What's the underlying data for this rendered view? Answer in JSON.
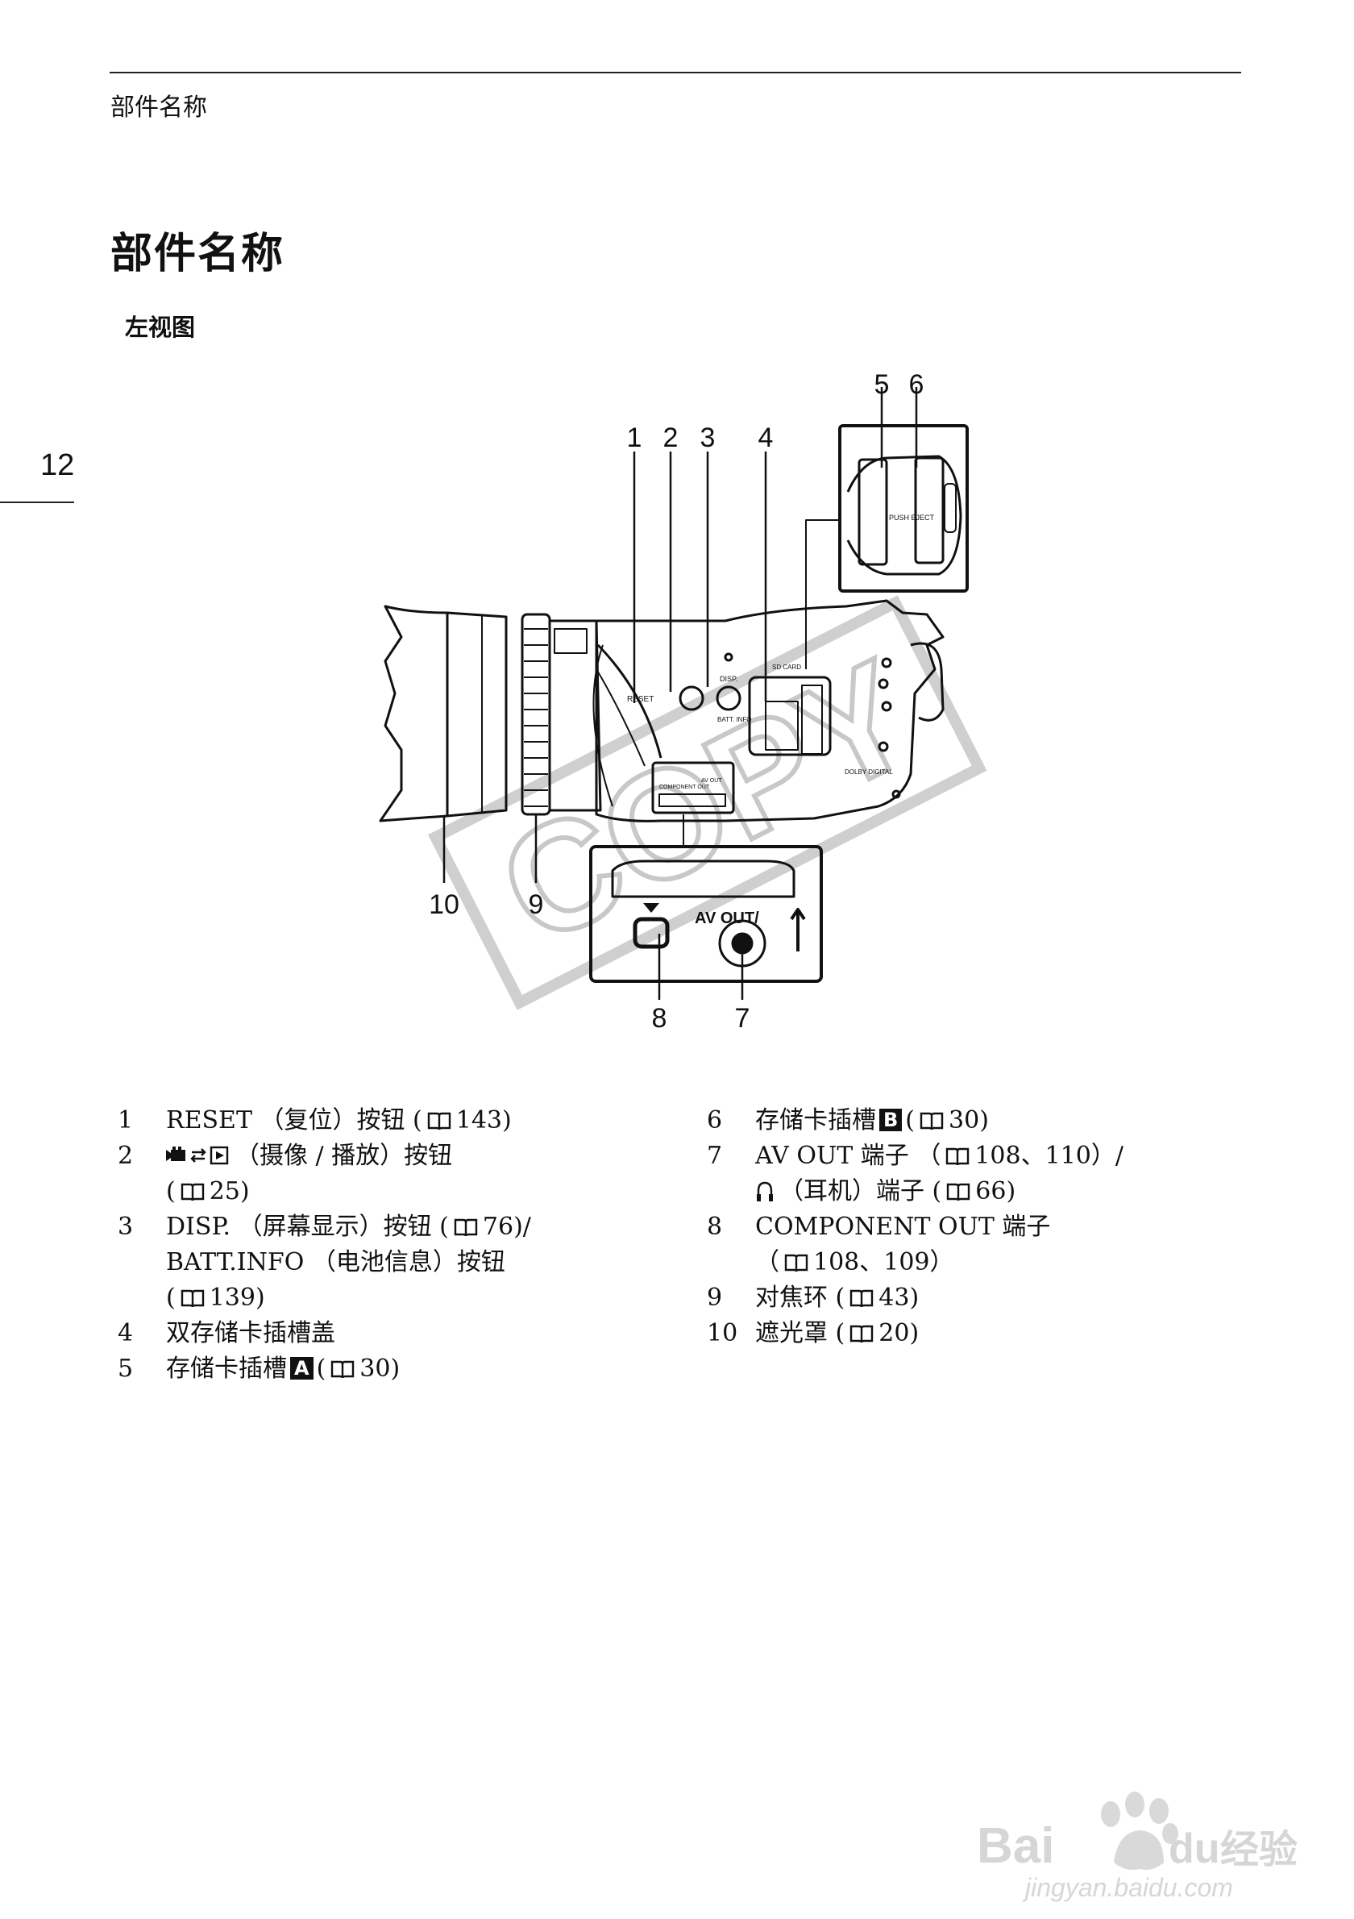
{
  "header": {
    "running_head": "部件名称"
  },
  "page_number": "12",
  "title": "部件名称",
  "view_label": "左视图",
  "diagram": {
    "callouts": [
      "1",
      "2",
      "3",
      "4",
      "5",
      "6",
      "7",
      "8",
      "9",
      "10"
    ],
    "stamp_text": "COPY",
    "camera_text": {
      "reset": "RESET",
      "disp": "DISP.",
      "batt_info": "BATT. INFO",
      "sd_card": "SD CARD",
      "push_eject": "PUSH EJECT",
      "component_out": "COMPONENT OUT",
      "av_out_small": "AV OUT",
      "dolby": "DOLBY DIGITAL",
      "av_out_big": "AV OUT/"
    }
  },
  "legend": {
    "left": [
      {
        "num": "1",
        "lines": [
          "RESET （复位）按钮 ( 143)"
        ]
      },
      {
        "num": "2",
        "lines": [
          " （摄像 / 播放）按钮",
          "( 25)"
        ]
      },
      {
        "num": "3",
        "lines": [
          "DISP. （屏幕显示）按钮 ( 76)/",
          "BATT.INFO （电池信息）按钮",
          "( 139)"
        ]
      },
      {
        "num": "4",
        "lines": [
          "双存储卡插槽盖"
        ]
      },
      {
        "num": "5",
        "lines": [
          "存储卡插槽 A ( 30)"
        ]
      }
    ],
    "right": [
      {
        "num": "6",
        "lines": [
          "存储卡插槽 B ( 30)"
        ]
      },
      {
        "num": "7",
        "lines": [
          "AV OUT 端子 （ 108、110）/",
          " （耳机）端子 ( 66)"
        ]
      },
      {
        "num": "8",
        "lines": [
          "COMPONENT OUT 端子",
          "（ 108、109）"
        ]
      },
      {
        "num": "9",
        "lines": [
          "对焦环 ( 43)"
        ]
      },
      {
        "num": "10",
        "lines": [
          "遮光罩 ( 20)"
        ]
      }
    ],
    "items": {
      "i1": {
        "num": "1",
        "pre": "RESET （复位）按钮 (",
        "ref": "143",
        "post": ")"
      },
      "i2": {
        "num": "2",
        "text": "（摄像 / 播放）按钮",
        "pre2": "(",
        "ref": "25",
        "post": ")"
      },
      "i3": {
        "num": "3",
        "pre": "DISP. （屏幕显示）按钮 (",
        "ref": "76",
        "post": ")/",
        "line2": "BATT.INFO （电池信息）按钮",
        "pre3": "(",
        "ref3": "139",
        "post3": ")"
      },
      "i4": {
        "num": "4",
        "text": "双存储卡插槽盖"
      },
      "i5": {
        "num": "5",
        "pre": "存储卡插槽",
        "letter": "A",
        "pre2": "(",
        "ref": "30",
        "post": ")"
      },
      "i6": {
        "num": "6",
        "pre": "存储卡插槽",
        "letter": "B",
        "pre2": "(",
        "ref": "30",
        "post": ")"
      },
      "i7": {
        "num": "7",
        "pre": "AV OUT 端子 （",
        "ref": "108、110",
        "post": "）/",
        "line2": "（耳机）端子 (",
        "ref2": "66",
        "post2": ")"
      },
      "i8": {
        "num": "8",
        "text": "COMPONENT OUT 端子",
        "pre2": "（",
        "ref": "108、109",
        "post": "）"
      },
      "i9": {
        "num": "9",
        "pre": "对焦环 (",
        "ref": "43",
        "post": ")"
      },
      "i10": {
        "num": "10",
        "pre": "遮光罩 (",
        "ref": "20",
        "post": ")"
      }
    }
  },
  "watermark": {
    "brand": "Bai",
    "brand2": "du",
    "cn": "经验",
    "url": "jingyan.baidu.com"
  }
}
